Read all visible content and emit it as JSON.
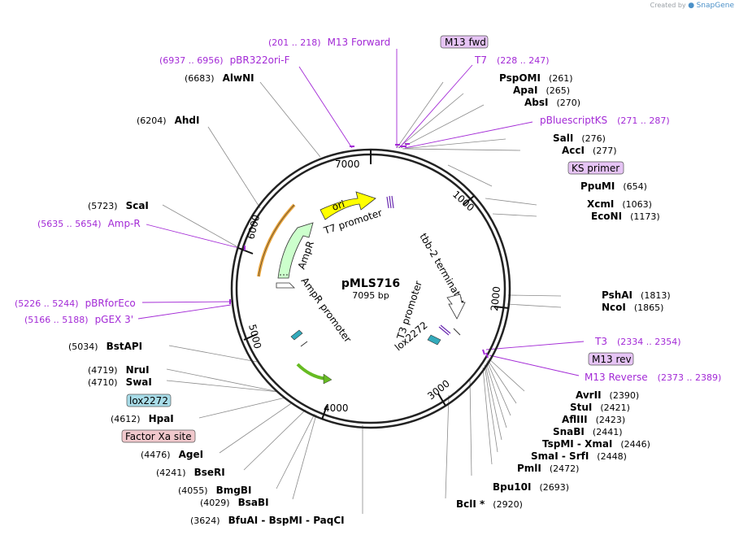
{
  "credit": {
    "created_by": "Created by",
    "brand": "SnapGene"
  },
  "plasmid": {
    "name": "pMLS716",
    "size_label": "7095 bp",
    "length": 7095
  },
  "ticks": [
    "1000",
    "2000",
    "3000",
    "4000",
    "5000",
    "6000",
    "7000"
  ],
  "enzymes": [
    {
      "name": "PspOMI",
      "pos": "(261)"
    },
    {
      "name": "ApaI",
      "pos": "(265)"
    },
    {
      "name": "AbsI",
      "pos": "(270)"
    },
    {
      "name": "SalI",
      "pos": "(276)"
    },
    {
      "name": "AccI",
      "pos": "(277)"
    },
    {
      "name": "PpuMI",
      "pos": "(654)"
    },
    {
      "name": "XcmI",
      "pos": "(1063)"
    },
    {
      "name": "EcoNI",
      "pos": "(1173)"
    },
    {
      "name": "PshAI",
      "pos": "(1813)"
    },
    {
      "name": "NcoI",
      "pos": "(1865)"
    },
    {
      "name": "AvrII",
      "pos": "(2390)"
    },
    {
      "name": "StuI",
      "pos": "(2421)"
    },
    {
      "name": "AflIII",
      "pos": "(2423)"
    },
    {
      "name": "SnaBI",
      "pos": "(2441)"
    },
    {
      "name": "TspMI - XmaI",
      "pos": "(2446)"
    },
    {
      "name": "SmaI - SrfI",
      "pos": "(2448)"
    },
    {
      "name": "PmlI",
      "pos": "(2472)"
    },
    {
      "name": "Bpu10I",
      "pos": "(2693)"
    },
    {
      "name": "BclI *",
      "pos": "(2920)"
    },
    {
      "name": "BfuAI - BspMI - PaqCI",
      "pos": "(3624)"
    },
    {
      "name": "BsaBI",
      "pos": "(4029)"
    },
    {
      "name": "BmgBI",
      "pos": "(4055)"
    },
    {
      "name": "BseRI",
      "pos": "(4241)"
    },
    {
      "name": "AgeI",
      "pos": "(4476)"
    },
    {
      "name": "HpaI",
      "pos": "(4612)"
    },
    {
      "name": "SwaI",
      "pos": "(4710)"
    },
    {
      "name": "NruI",
      "pos": "(4719)"
    },
    {
      "name": "BstAPI",
      "pos": "(5034)"
    },
    {
      "name": "ScaI",
      "pos": "(5723)"
    },
    {
      "name": "AhdI",
      "pos": "(6204)"
    },
    {
      "name": "AlwNI",
      "pos": "(6683)"
    }
  ],
  "primers": [
    {
      "name": "M13 Forward",
      "range": "(201 .. 218)"
    },
    {
      "name": "pBR322ori-F",
      "range": "(6937 .. 6956)"
    },
    {
      "name": "T7",
      "range": "(228 .. 247)"
    },
    {
      "name": "pBluescriptKS",
      "range": "(271 .. 287)"
    },
    {
      "name": "T3",
      "range": "(2334 .. 2354)"
    },
    {
      "name": "M13 Reverse",
      "range": "(2373 .. 2389)"
    },
    {
      "name": "Amp-R",
      "range": "(5635 .. 5654)"
    },
    {
      "name": "pBRforEco",
      "range": "(5226 .. 5244)"
    },
    {
      "name": "pGEX 3'",
      "range": "(5166 .. 5188)"
    }
  ],
  "boxed_labels": {
    "m13_fwd": "M13 fwd",
    "ks_primer": "KS primer",
    "m13_rev": "M13 rev",
    "lox2272": "lox2272",
    "factor_xa": "Factor Xa site"
  },
  "features": {
    "ori": "ori",
    "ampr": "AmpR",
    "ampr_promoter": "AmpR promoter",
    "t7_promoter": "T7 promoter",
    "t3_promoter": "T3 promoter",
    "tbb2_terminator": "tbb-2 terminator",
    "lox2272_inner": "lox2272"
  },
  "colors": {
    "primer": "#a32ad6",
    "ori_fill": "#ffff00",
    "ampr_fill": "#ccffcc",
    "orange_arc": "#e8a33a",
    "green_arc": "#66bb22",
    "lox_fill": "#33aabb",
    "factor_xa_bg": "#f0c8cc",
    "lox_bg": "#a8dce8",
    "primer_box_bg": "#e6c4f5"
  }
}
